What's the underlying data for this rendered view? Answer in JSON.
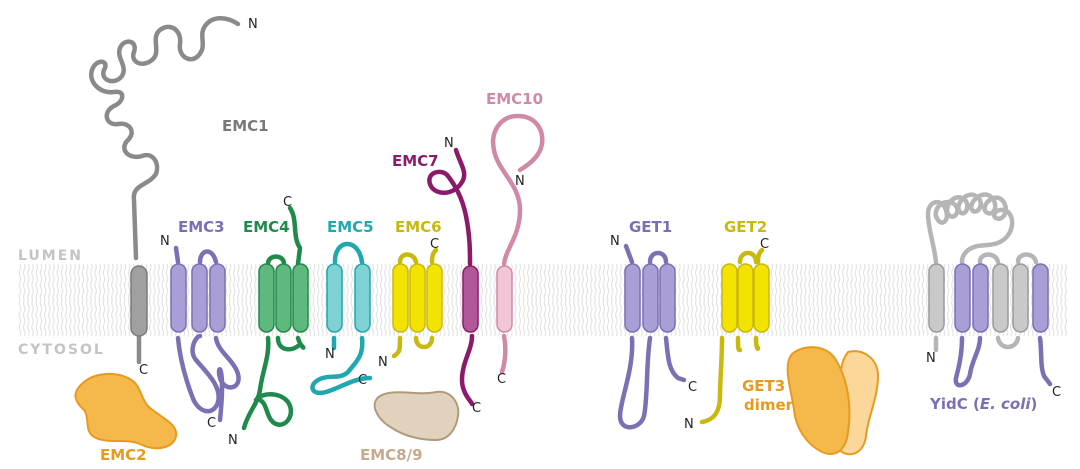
{
  "membrane": {
    "lumen_label": "LUMEN",
    "cytosol_label": "CYTOSOL"
  },
  "colors": {
    "emc1": "#8a8a8a",
    "emc3": "#7d6fb3",
    "emc4": "#1f8a4c",
    "emc5": "#1fa8ad",
    "emc6": "#c9b80d",
    "emc7": "#8b1a6b",
    "emc10": "#d08aa8",
    "emc2": "#f2a43a",
    "emc89": "#e0d2bd",
    "get1": "#7d6fb3",
    "get2": "#c9b80d",
    "get3": "#f2a43a",
    "yidc": "#7d6fb3",
    "yidc_gray": "#b5b5b5"
  },
  "labels": {
    "emc1": "EMC1",
    "emc2": "EMC2",
    "emc3": "EMC3",
    "emc4": "EMC4",
    "emc5": "EMC5",
    "emc6": "EMC6",
    "emc7": "EMC7",
    "emc89": "EMC8/9",
    "emc10": "EMC10",
    "get1": "GET1",
    "get2": "GET2",
    "get3_line1": "GET3",
    "get3_line2": "dimer",
    "yidc_prefix": "YidC (",
    "yidc_species": "E. coli",
    "yidc_suffix": ")"
  },
  "termini": {
    "n": "N",
    "c": "C"
  }
}
